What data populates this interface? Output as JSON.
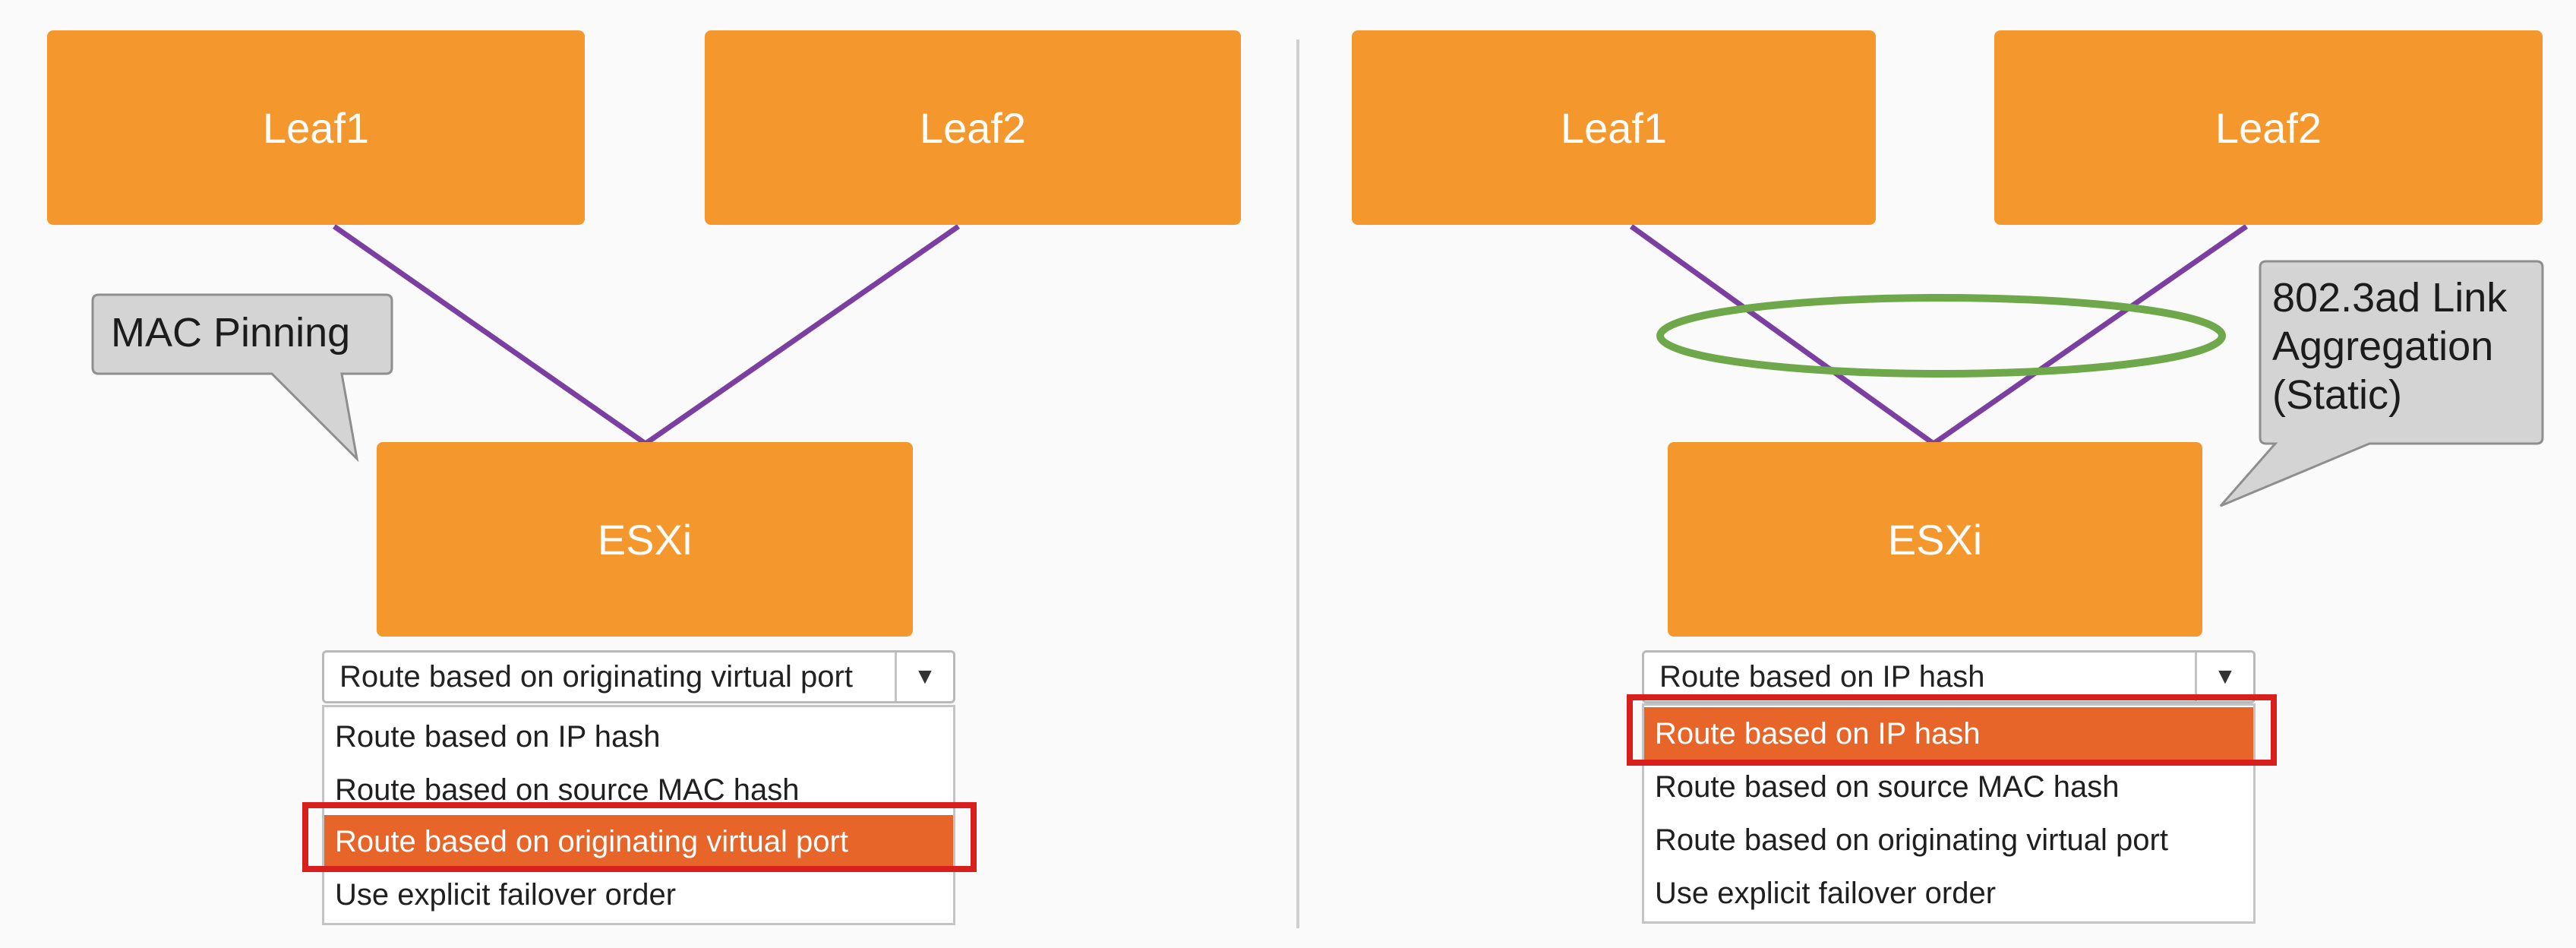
{
  "left_panel": {
    "nodes": {
      "leaf1": "Leaf1",
      "leaf2": "Leaf2",
      "host": "ESXi"
    },
    "callout": "MAC Pinning",
    "dropdown": {
      "selected": "Route based on originating virtual port",
      "options": [
        "Route based on IP hash",
        "Route based on source MAC hash",
        "Route based on originating virtual port",
        "Use explicit failover order"
      ],
      "highlighted_option": "Route based on originating virtual port"
    }
  },
  "right_panel": {
    "nodes": {
      "leaf1": "Leaf1",
      "leaf2": "Leaf2",
      "host": "ESXi"
    },
    "callout_lines": [
      "802.3ad Link",
      "Aggregation",
      "(Static)"
    ],
    "dropdown": {
      "selected": "Route based on IP hash",
      "options": [
        "Route based on IP hash",
        "Route based on source MAC hash",
        "Route based on originating virtual port",
        "Use explicit failover order"
      ],
      "highlighted_option": "Route based on IP hash"
    }
  },
  "colors": {
    "node_fill": "#f4982e",
    "link_line": "#7a3fa0",
    "lag_ellipse": "#6fa84a",
    "selected_option": "#e8652a",
    "highlight_box": "#d81f1c",
    "callout_fill": "#d4d4d4"
  }
}
